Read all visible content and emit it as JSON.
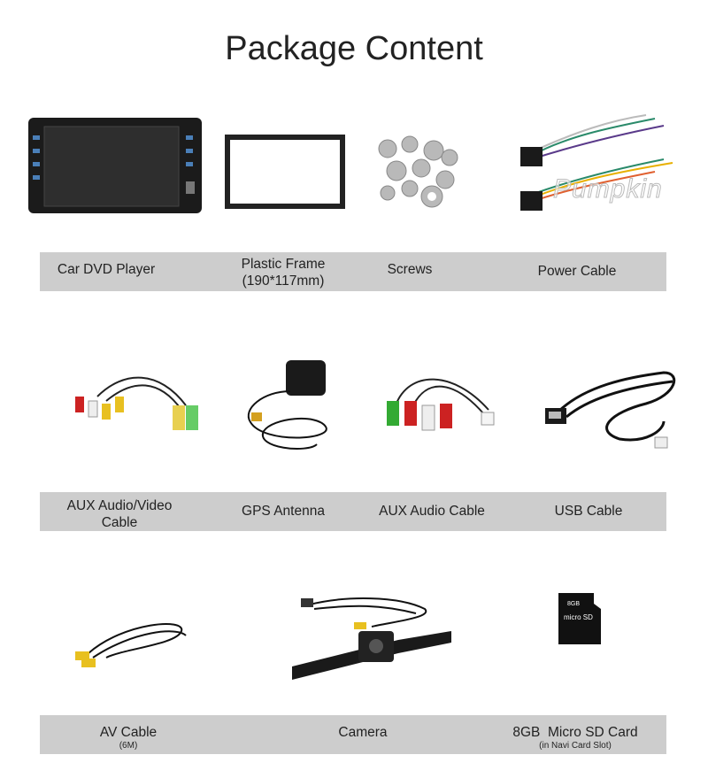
{
  "title": "Package Content",
  "watermark_logo": "Pumpkin",
  "rows": [
    {
      "items": [
        {
          "label": "Car DVD Player"
        },
        {
          "label": "Plastic Frame",
          "sub": "(190*117mm)"
        },
        {
          "label": "Screws"
        },
        {
          "label": "Power Cable"
        }
      ]
    },
    {
      "items": [
        {
          "label": "AUX Audio/Video",
          "sub": "Cable"
        },
        {
          "label": "GPS Antenna"
        },
        {
          "label": "AUX Audio Cable"
        },
        {
          "label": "USB Cable"
        }
      ]
    },
    {
      "items": [
        {
          "label": "AV Cable",
          "sub": "(6M)"
        },
        {
          "label": "Camera"
        },
        {
          "label": "8GB  Micro SD Card",
          "sub": "(in Navi Card Slot)"
        }
      ]
    }
  ],
  "sd_card": {
    "capacity": "8GB",
    "brand": "micro SD"
  }
}
